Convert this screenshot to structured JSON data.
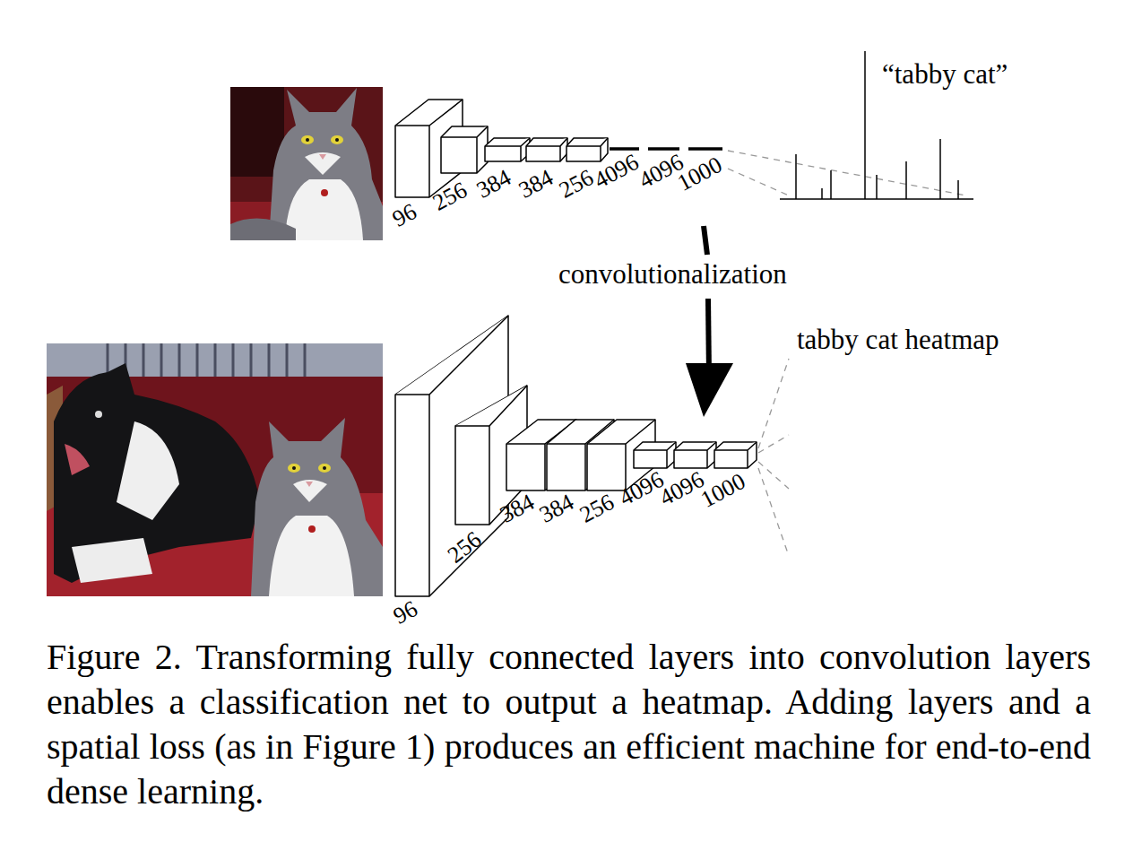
{
  "diagram": {
    "caption": "Figure 2. Transforming fully connected layers into convolution layers enables a classification net to output a heatmap. Adding layers and a spatial loss (as in Figure 1) produces an efficient machine for end-to-end dense learning.",
    "labels": [
      "96",
      "256",
      "384",
      "384",
      "256",
      "4096",
      "4096",
      "1000",
      "“tabby cat”",
      "convolutionalization",
      "96",
      "256",
      "384",
      "384",
      "256",
      "4096",
      "4096",
      "1000",
      "tabby cat heatmap"
    ]
  }
}
